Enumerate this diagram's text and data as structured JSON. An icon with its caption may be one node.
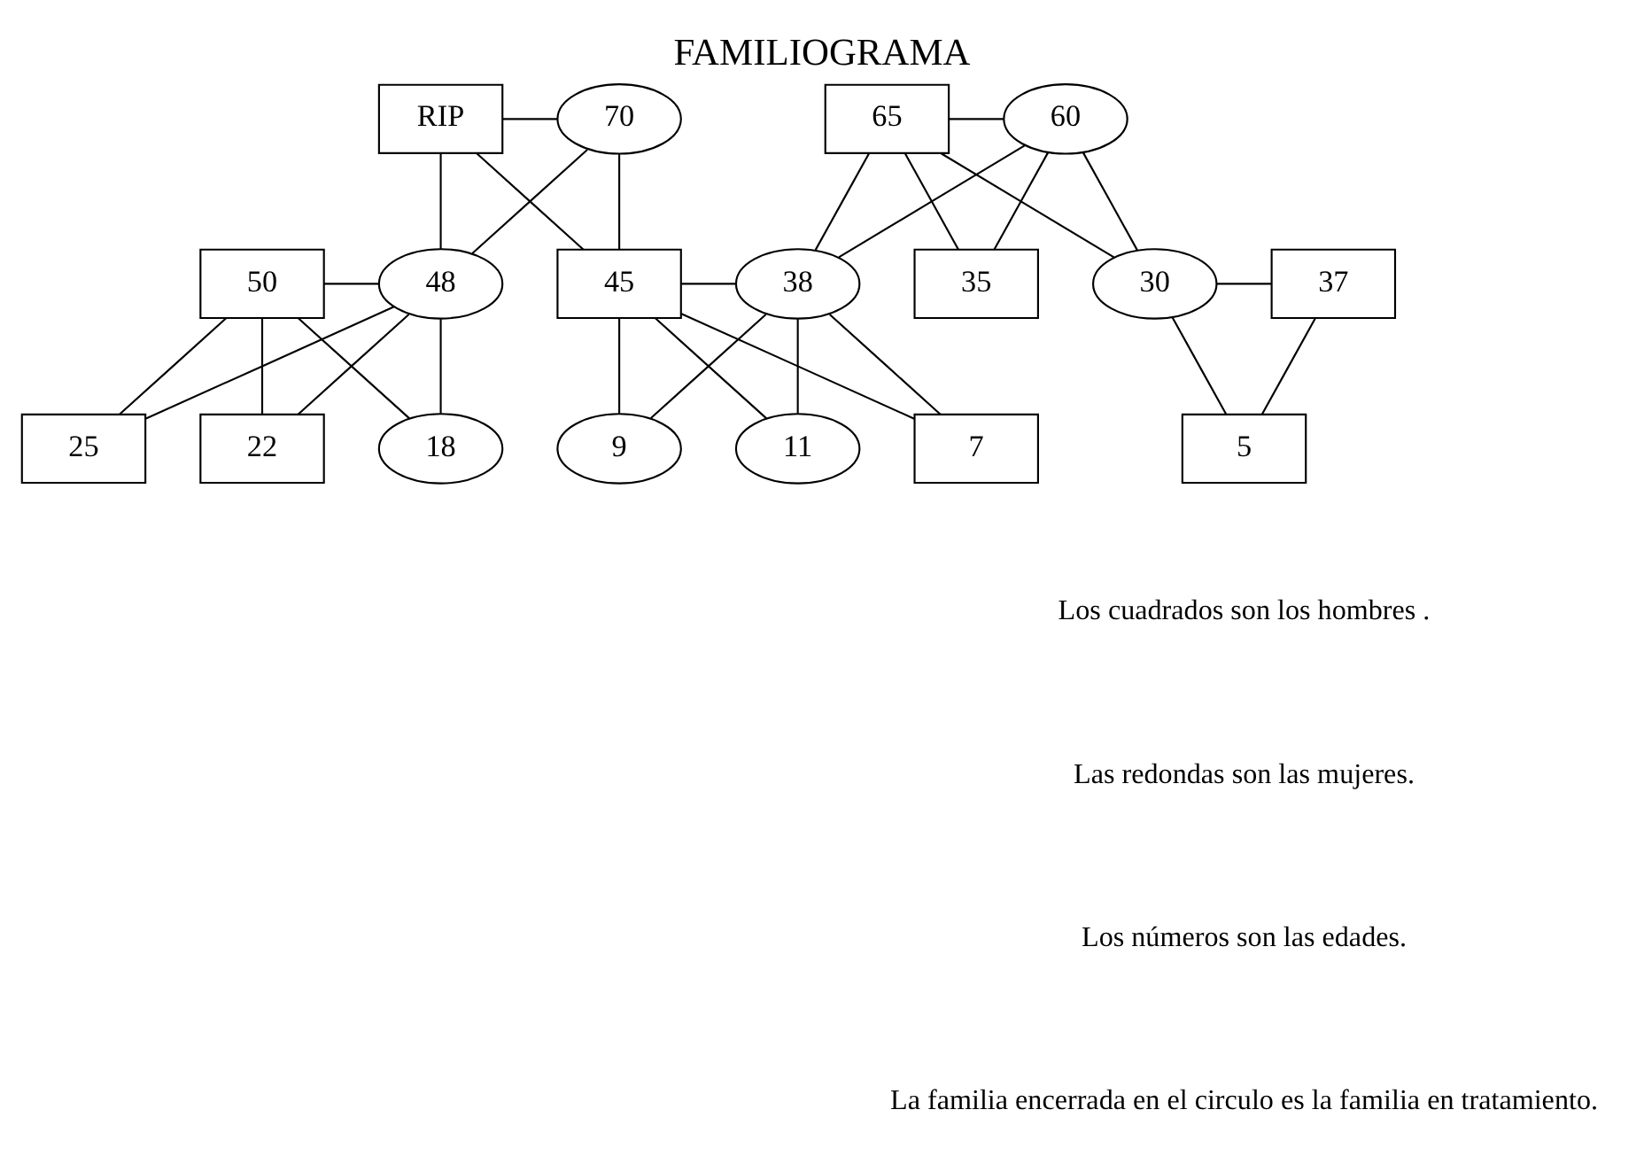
{
  "diagram": {
    "title": "FAMILIOGRAMA",
    "nodes": [
      {
        "text": [
          "RIP"
        ]
      },
      {
        "text": [
          "70"
        ]
      },
      {
        "text": [
          "65"
        ]
      },
      {
        "text": [
          "60"
        ]
      },
      {
        "text": [
          "50"
        ]
      },
      {
        "text": [
          "48"
        ]
      },
      {
        "text": [
          "45"
        ]
      },
      {
        "text": [
          "38"
        ]
      },
      {
        "text": [
          "35"
        ]
      },
      {
        "text": [
          "30"
        ]
      },
      {
        "text": [
          "37"
        ]
      },
      {
        "text": [
          "25"
        ]
      },
      {
        "text": [
          "22"
        ]
      },
      {
        "text": [
          "18"
        ]
      },
      {
        "text": [
          "9"
        ]
      },
      {
        "text": [
          "11"
        ]
      },
      {
        "text": [
          "7"
        ]
      },
      {
        "text": [
          "5"
        ]
      }
    ],
    "edges": [
      {
        "from": 0,
        "to": 1,
        "arrow": "none"
      },
      {
        "from": 2,
        "to": 3,
        "arrow": "none"
      },
      {
        "from": 0,
        "to": 5,
        "arrow": "none"
      },
      {
        "from": 1,
        "to": 5,
        "arrow": "none"
      },
      {
        "from": 0,
        "to": 6,
        "arrow": "none"
      },
      {
        "from": 1,
        "to": 6,
        "arrow": "none"
      },
      {
        "from": 2,
        "to": 7,
        "arrow": "none"
      },
      {
        "from": 3,
        "to": 7,
        "arrow": "none"
      },
      {
        "from": 2,
        "to": 8,
        "arrow": "none"
      },
      {
        "from": 3,
        "to": 8,
        "arrow": "none"
      },
      {
        "from": 2,
        "to": 9,
        "arrow": "none"
      },
      {
        "from": 3,
        "to": 9,
        "arrow": "none"
      },
      {
        "from": 4,
        "to": 5,
        "arrow": "none"
      },
      {
        "from": 6,
        "to": 7,
        "arrow": "none"
      },
      {
        "from": 9,
        "to": 10,
        "arrow": "none"
      },
      {
        "from": 4,
        "to": 11,
        "arrow": "none"
      },
      {
        "from": 5,
        "to": 11,
        "arrow": "none"
      },
      {
        "from": 4,
        "to": 12,
        "arrow": "none"
      },
      {
        "from": 5,
        "to": 12,
        "arrow": "none"
      },
      {
        "from": 4,
        "to": 13,
        "arrow": "none"
      },
      {
        "from": 5,
        "to": 13,
        "arrow": "none"
      },
      {
        "from": 6,
        "to": 14,
        "arrow": "none"
      },
      {
        "from": 7,
        "to": 14,
        "arrow": "none"
      },
      {
        "from": 6,
        "to": 15,
        "arrow": "none"
      },
      {
        "from": 7,
        "to": 15,
        "arrow": "none"
      },
      {
        "from": 6,
        "to": 16,
        "arrow": "none"
      },
      {
        "from": 7,
        "to": 16,
        "arrow": "none"
      },
      {
        "from": 9,
        "to": 17,
        "arrow": "none"
      },
      {
        "from": 10,
        "to": 17,
        "arrow": "none"
      }
    ],
    "labels": [
      "Los cuadrados son los hombres .",
      "Las redondas son las mujeres.",
      "Los números son las edades.",
      "La familia encerrada en el circulo es la familia en tratamiento."
    ]
  }
}
